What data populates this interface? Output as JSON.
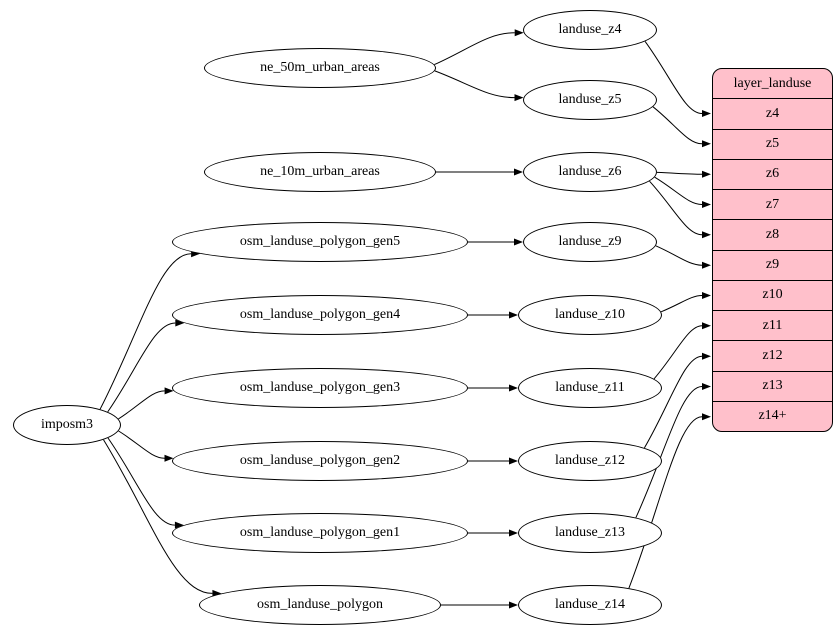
{
  "diagram": {
    "type": "graph",
    "colors": {
      "background": "#ffffff",
      "node_fill": "#ffffff",
      "node_stroke": "#000000",
      "edge_color": "#000000",
      "record_fill": "#ffc0cb"
    },
    "nodes": [
      {
        "id": "imposm3",
        "label": "imposm3"
      },
      {
        "id": "ne_50m_urban_areas",
        "label": "ne_50m_urban_areas"
      },
      {
        "id": "ne_10m_urban_areas",
        "label": "ne_10m_urban_areas"
      },
      {
        "id": "osm_landuse_polygon_gen5",
        "label": "osm_landuse_polygon_gen5"
      },
      {
        "id": "osm_landuse_polygon_gen4",
        "label": "osm_landuse_polygon_gen4"
      },
      {
        "id": "osm_landuse_polygon_gen3",
        "label": "osm_landuse_polygon_gen3"
      },
      {
        "id": "osm_landuse_polygon_gen2",
        "label": "osm_landuse_polygon_gen2"
      },
      {
        "id": "osm_landuse_polygon_gen1",
        "label": "osm_landuse_polygon_gen1"
      },
      {
        "id": "osm_landuse_polygon",
        "label": "osm_landuse_polygon"
      },
      {
        "id": "landuse_z4",
        "label": "landuse_z4"
      },
      {
        "id": "landuse_z5",
        "label": "landuse_z5"
      },
      {
        "id": "landuse_z6",
        "label": "landuse_z6"
      },
      {
        "id": "landuse_z9",
        "label": "landuse_z9"
      },
      {
        "id": "landuse_z10",
        "label": "landuse_z10"
      },
      {
        "id": "landuse_z11",
        "label": "landuse_z11"
      },
      {
        "id": "landuse_z12",
        "label": "landuse_z12"
      },
      {
        "id": "landuse_z13",
        "label": "landuse_z13"
      },
      {
        "id": "landuse_z14",
        "label": "landuse_z14"
      }
    ],
    "record": {
      "id": "layer_landuse",
      "title": "layer_landuse",
      "rows": [
        "z4",
        "z5",
        "z6",
        "z7",
        "z8",
        "z9",
        "z10",
        "z11",
        "z12",
        "z13",
        "z14+"
      ]
    },
    "edges": [
      [
        "imposm3",
        "osm_landuse_polygon_gen5"
      ],
      [
        "imposm3",
        "osm_landuse_polygon_gen4"
      ],
      [
        "imposm3",
        "osm_landuse_polygon_gen3"
      ],
      [
        "imposm3",
        "osm_landuse_polygon_gen2"
      ],
      [
        "imposm3",
        "osm_landuse_polygon_gen1"
      ],
      [
        "imposm3",
        "osm_landuse_polygon"
      ],
      [
        "ne_50m_urban_areas",
        "landuse_z4"
      ],
      [
        "ne_50m_urban_areas",
        "landuse_z5"
      ],
      [
        "ne_10m_urban_areas",
        "landuse_z6"
      ],
      [
        "osm_landuse_polygon_gen5",
        "landuse_z9"
      ],
      [
        "osm_landuse_polygon_gen4",
        "landuse_z10"
      ],
      [
        "osm_landuse_polygon_gen3",
        "landuse_z11"
      ],
      [
        "osm_landuse_polygon_gen2",
        "landuse_z12"
      ],
      [
        "osm_landuse_polygon_gen1",
        "landuse_z13"
      ],
      [
        "osm_landuse_polygon",
        "landuse_z14"
      ],
      [
        "landuse_z4",
        "layer_landuse:z4"
      ],
      [
        "landuse_z5",
        "layer_landuse:z5"
      ],
      [
        "landuse_z6",
        "layer_landuse:z6"
      ],
      [
        "landuse_z6",
        "layer_landuse:z7"
      ],
      [
        "landuse_z6",
        "layer_landuse:z8"
      ],
      [
        "landuse_z9",
        "layer_landuse:z9"
      ],
      [
        "landuse_z10",
        "layer_landuse:z10"
      ],
      [
        "landuse_z11",
        "layer_landuse:z11"
      ],
      [
        "landuse_z12",
        "layer_landuse:z12"
      ],
      [
        "landuse_z13",
        "layer_landuse:z13"
      ],
      [
        "landuse_z14",
        "layer_landuse:z14+"
      ]
    ]
  }
}
